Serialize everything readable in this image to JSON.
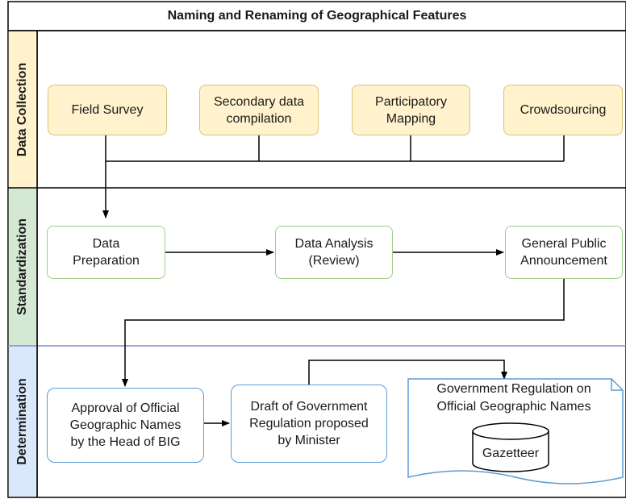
{
  "title": "Naming and Renaming of Geographical Features",
  "lanes": {
    "collection": "Data Collection",
    "standardization": "Standardization",
    "determination": "Determination"
  },
  "nodes": {
    "field_survey": "Field Survey",
    "secondary_data": "Secondary data\ncompilation",
    "participatory_mapping": "Participatory\nMapping",
    "crowdsourcing": "Crowdsourcing",
    "data_preparation": "Data\nPreparation",
    "data_analysis": "Data Analysis\n(Review)",
    "public_announcement": "General Public\nAnnouncement",
    "approval": "Approval of Official\nGeographic Names\nby the Head of BIG",
    "draft_regulation": "Draft of Government\nRegulation proposed\nby Minister",
    "gov_regulation": "Government Regulation on\nOfficial Geographic Names",
    "gazetteer": "Gazetteer"
  },
  "colors": {
    "collection_fill": "#fff2cc",
    "collection_border": "#d6c47a",
    "standardization_border": "#9ccf8a",
    "determination_border": "#5b9bd5",
    "lane_divider_blue": "#7f8fc8"
  }
}
